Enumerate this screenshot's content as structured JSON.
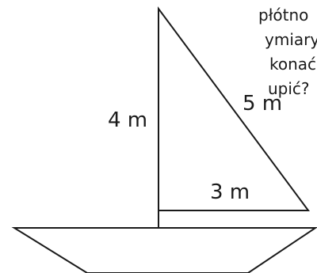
{
  "problem_text": {
    "line_1": "płótno",
    "line_2": "ymiary",
    "line_3": "konać",
    "line_4": "upić?"
  },
  "labels": {
    "height": "4 m",
    "hypotenuse": "5 m",
    "base": "3 m"
  },
  "colors": {
    "stroke": "#1a1a1a",
    "background": "#ffffff"
  }
}
